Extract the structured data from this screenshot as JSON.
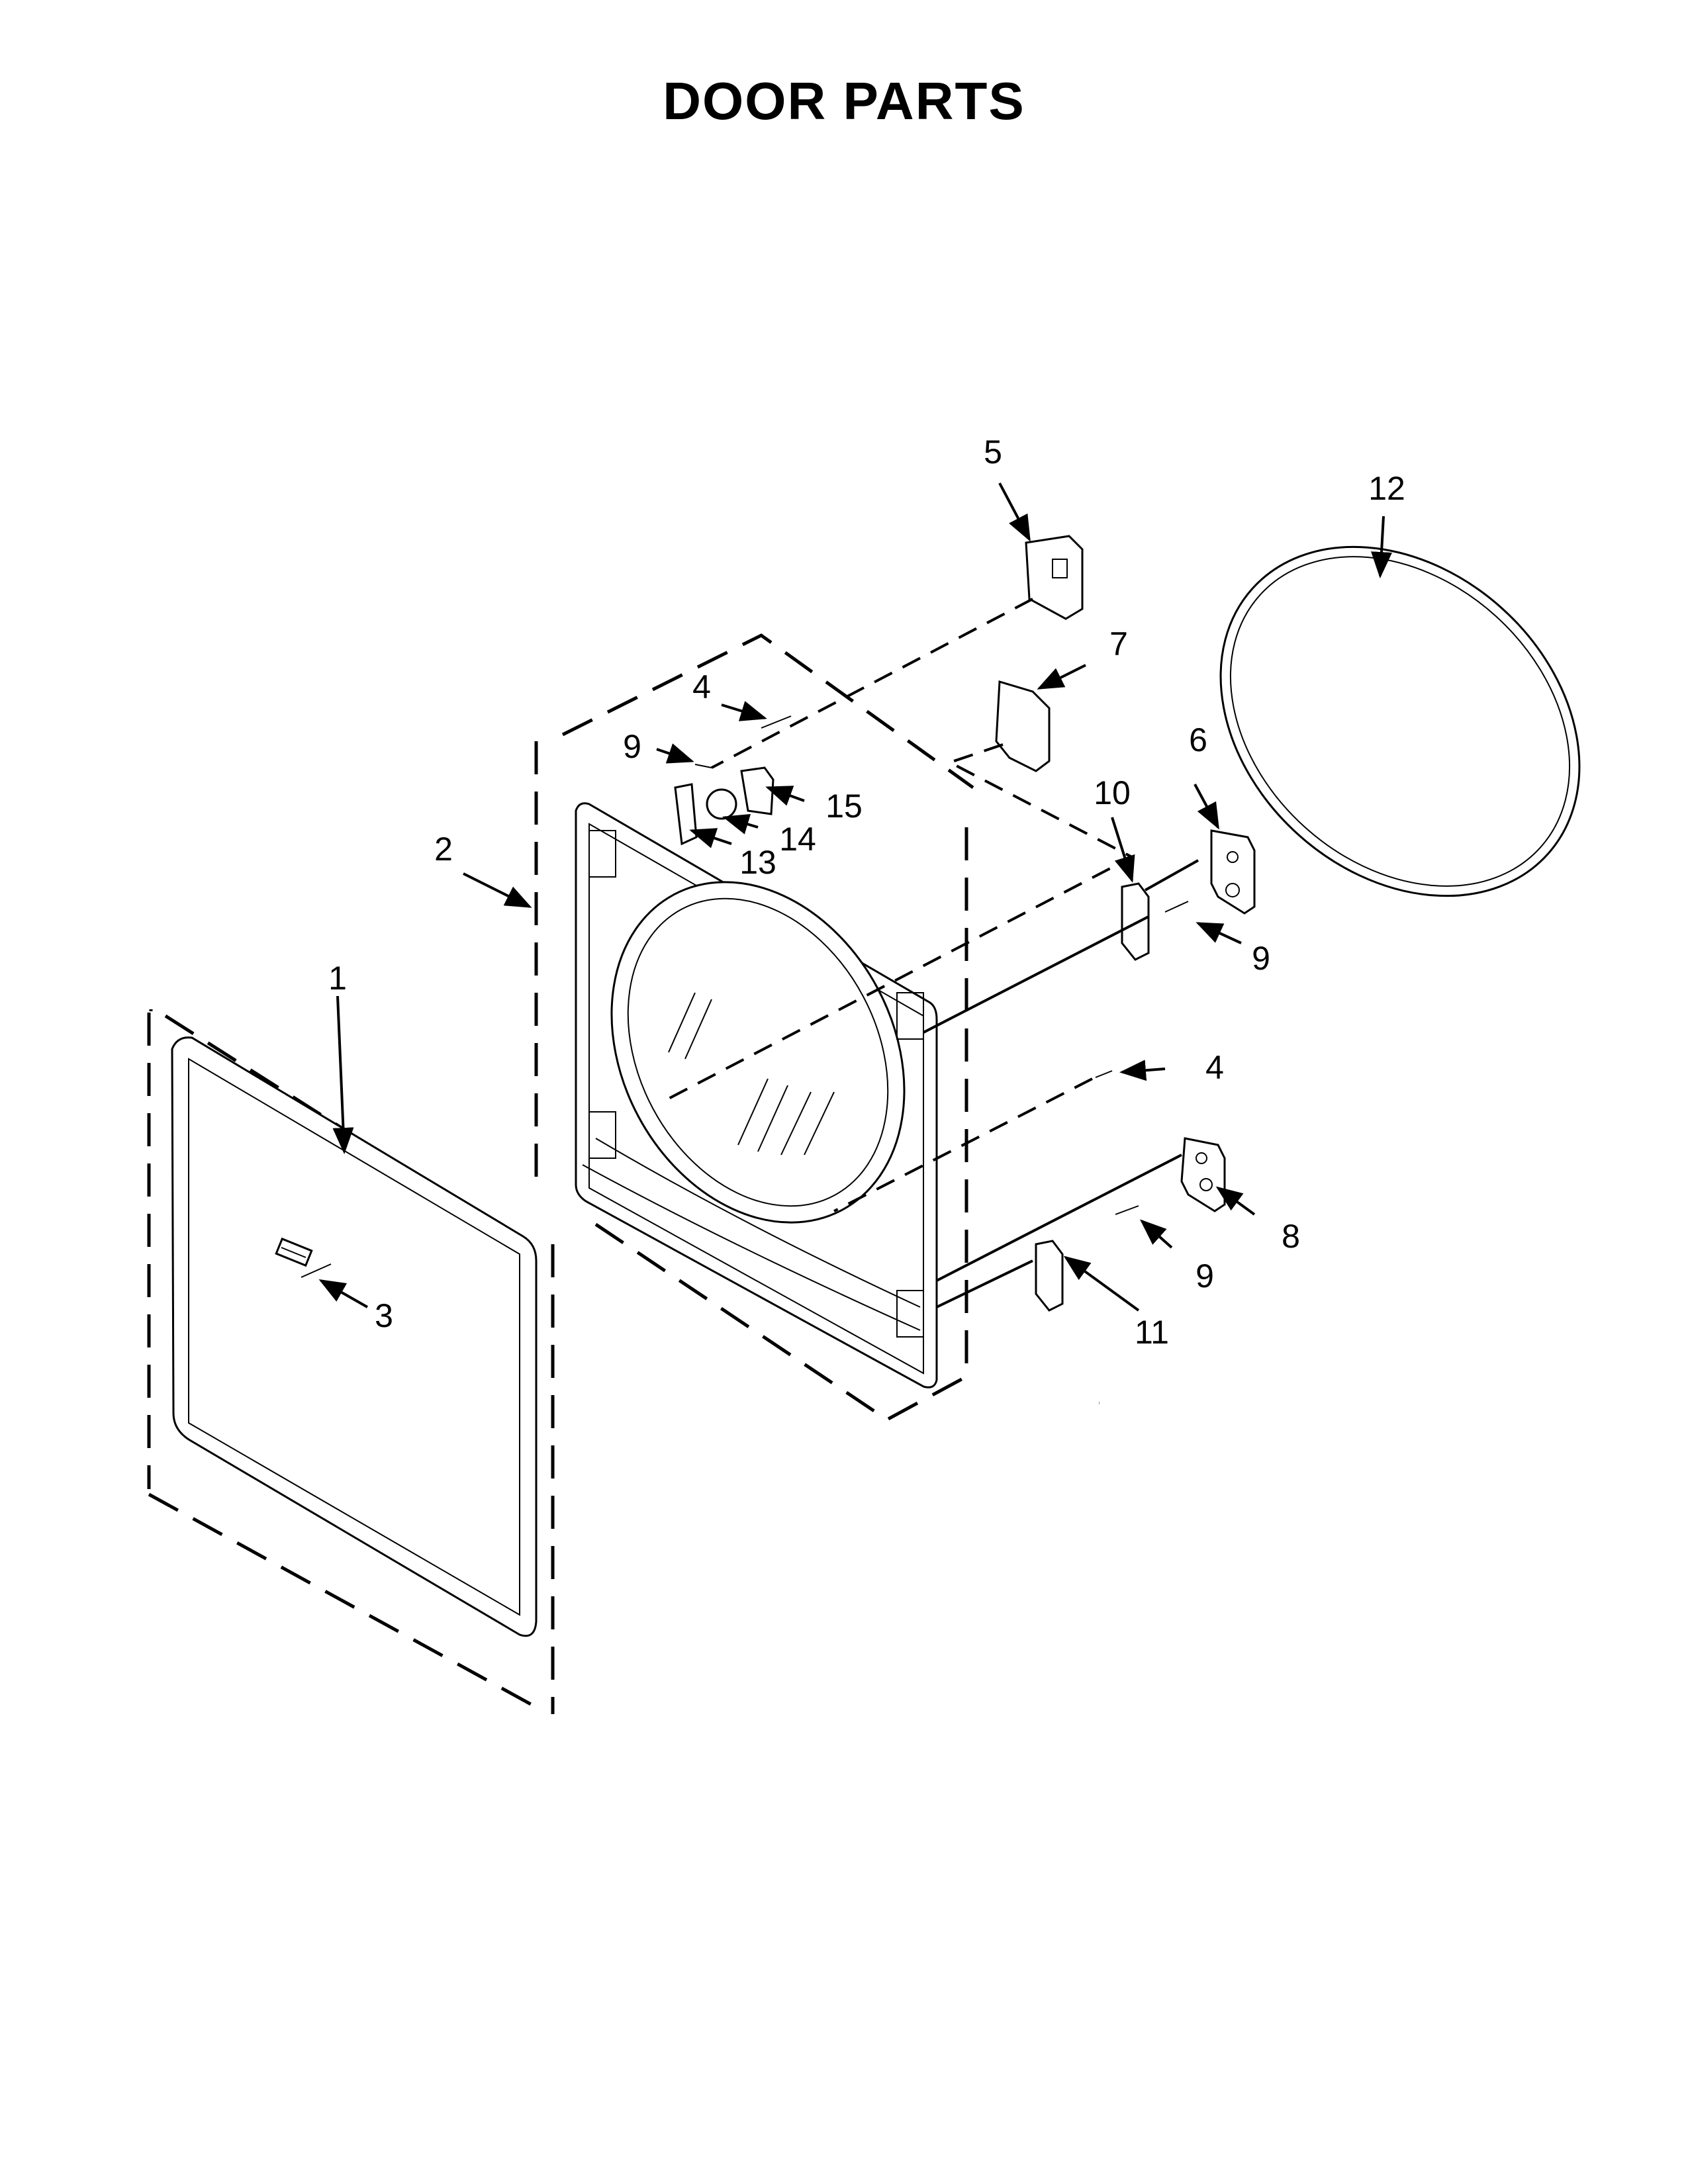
{
  "title": "DOOR PARTS",
  "callouts": {
    "c1": "1",
    "c2": "2",
    "c3": "3",
    "c4a": "4",
    "c4b": "4",
    "c5": "5",
    "c6": "6",
    "c7": "7",
    "c8": "8",
    "c9a": "9",
    "c9b": "9",
    "c9c": "9",
    "c10": "10",
    "c11": "11",
    "c12": "12",
    "c13": "13",
    "c14": "14",
    "c15": "15"
  }
}
